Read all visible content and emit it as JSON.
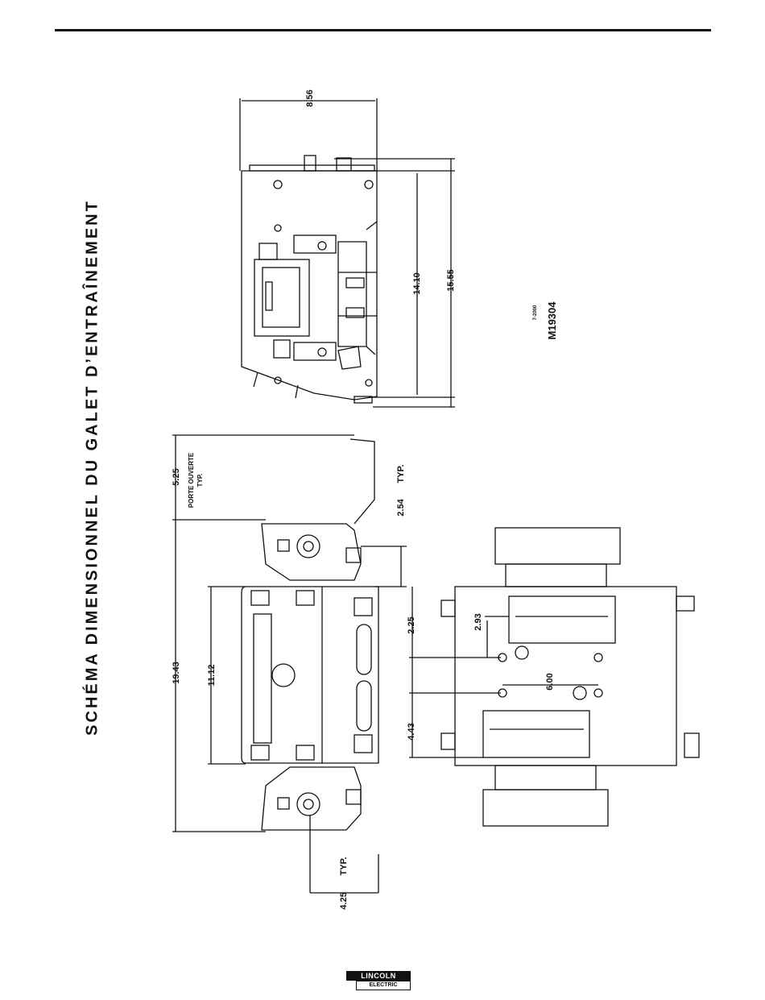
{
  "page": {
    "title": "SCHÉMA DIMENSIONNEL DU GALET D’ENTRAÎNEMENT",
    "drawing_number": "M19304",
    "drawing_date": "7-2000",
    "brand_top": "LINCOLN",
    "brand_bottom": "ELECTRIC"
  },
  "dimensions": {
    "side_width": "8.56",
    "side_height_inner": "14.10",
    "side_height_overall": "15.55",
    "door_open": "5.25",
    "door_open_note_1": "PORTE OUVERTE",
    "door_open_note_2": "TYP.",
    "front_offset": "2.54",
    "front_offset_note": "TYP.",
    "front_overall": "19.43",
    "front_body": "11.12",
    "rear_offset": "4.25",
    "rear_offset_note": "TYP.",
    "bottom_hole_a": "2.25",
    "bottom_hole_b": "2.93",
    "bottom_hole_spacing": "6.00",
    "bottom_hole_c": "4.43"
  },
  "colors": {
    "ink": "#111111",
    "paper": "#ffffff"
  }
}
